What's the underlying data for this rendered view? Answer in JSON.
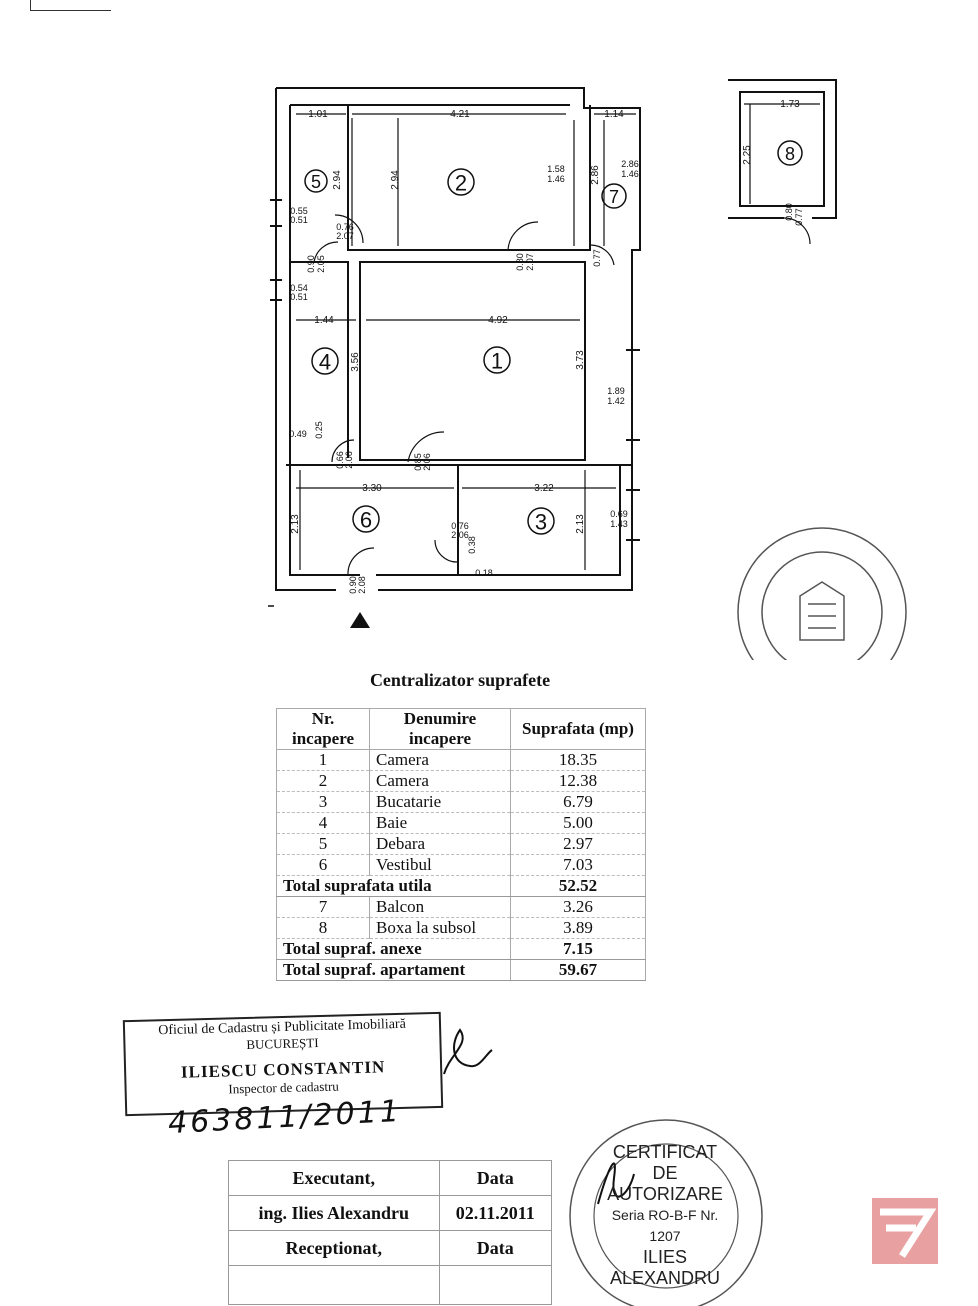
{
  "plan": {
    "rooms": [
      "1",
      "2",
      "3",
      "4",
      "5",
      "6",
      "7",
      "8"
    ],
    "dims": {
      "d101": "1.01",
      "d421": "4.21",
      "d114": "1.14",
      "d173": "1.73",
      "d225": "2.25",
      "d294a": "2.94",
      "d294b": "2.94",
      "d286": "2.86",
      "d286b": "2.86",
      "d146b": "1.46",
      "d158": "1.58",
      "d146": "1.46",
      "d055": "0.55",
      "d051": "0.51",
      "d076": "0.76",
      "d207": "2.07",
      "d080b": "0.80",
      "d207b": "2.07",
      "d077": "0.77",
      "d080c": "0.80",
      "d077b": "0.77",
      "d090": "0.90",
      "d205": "2.05",
      "d054": "0.54",
      "d051b": "0.51",
      "d144": "1.44",
      "d492": "4.92",
      "d356": "3.56",
      "d373": "3.73",
      "d189": "1.89",
      "d142": "1.42",
      "d049": "0.49",
      "d025": "0.25",
      "d066": "0.66",
      "d206a": "2.06",
      "d085": "0.85",
      "d206b": "2.06",
      "d330": "3.30",
      "d322": "3.22",
      "d213a": "2.13",
      "d213b": "2.13",
      "d069": "0.69",
      "d143": "1.43",
      "d076b": "0.76",
      "d206c": "2.06",
      "d038": "0.38",
      "d018": "0.18",
      "d090b": "0.90",
      "d208": "2.08"
    }
  },
  "summary": {
    "title": "Centralizator suprafete",
    "headers": [
      "Nr. incapere",
      "Denumire incapere",
      "Suprafata (mp)"
    ],
    "rows_a": [
      {
        "nr": "1",
        "name": "Camera",
        "area": "18.35"
      },
      {
        "nr": "2",
        "name": "Camera",
        "area": "12.38"
      },
      {
        "nr": "3",
        "name": "Bucatarie",
        "area": "6.79"
      },
      {
        "nr": "4",
        "name": "Baie",
        "area": "5.00"
      },
      {
        "nr": "5",
        "name": "Debara",
        "area": "2.97"
      },
      {
        "nr": "6",
        "name": "Vestibul",
        "area": "7.03"
      }
    ],
    "total_utila": {
      "label": "Total suprafata utila",
      "value": "52.52"
    },
    "rows_b": [
      {
        "nr": "7",
        "name": "Balcon",
        "area": "3.26"
      },
      {
        "nr": "8",
        "name": "Boxa la subsol",
        "area": "3.89"
      }
    ],
    "total_anexe": {
      "label": "Total supraf. anexe",
      "value": "7.15"
    },
    "total_apartament": {
      "label": "Total supraf. apartament",
      "value": "59.67"
    }
  },
  "stamp": {
    "line1": "Oficiul de Cadastru și Publicitate Imobiliară",
    "line2": "BUCUREȘTI",
    "line3": "ILIESCU CONSTANTIN",
    "line4": "Inspector de cadastru"
  },
  "handwritten_number": "463811/2011",
  "exec_table": {
    "executant_label": "Executant,",
    "data_label": "Data",
    "executant_name": "ing. Ilies Alexandru",
    "executant_date": "02.11.2011",
    "receptionat_label": "Receptionat,",
    "data_label2": "Data"
  },
  "authorization": {
    "line1": "CERTIFICAT",
    "line2": "DE",
    "line3": "AUTORIZARE",
    "line4": "Seria RO-B-F Nr. 1207",
    "line5": "ILIES",
    "line6": "ALEXANDRU"
  },
  "colors": {
    "ink": "#111111",
    "stamp_gray": "#555555",
    "logo": "#e9a0a0"
  }
}
